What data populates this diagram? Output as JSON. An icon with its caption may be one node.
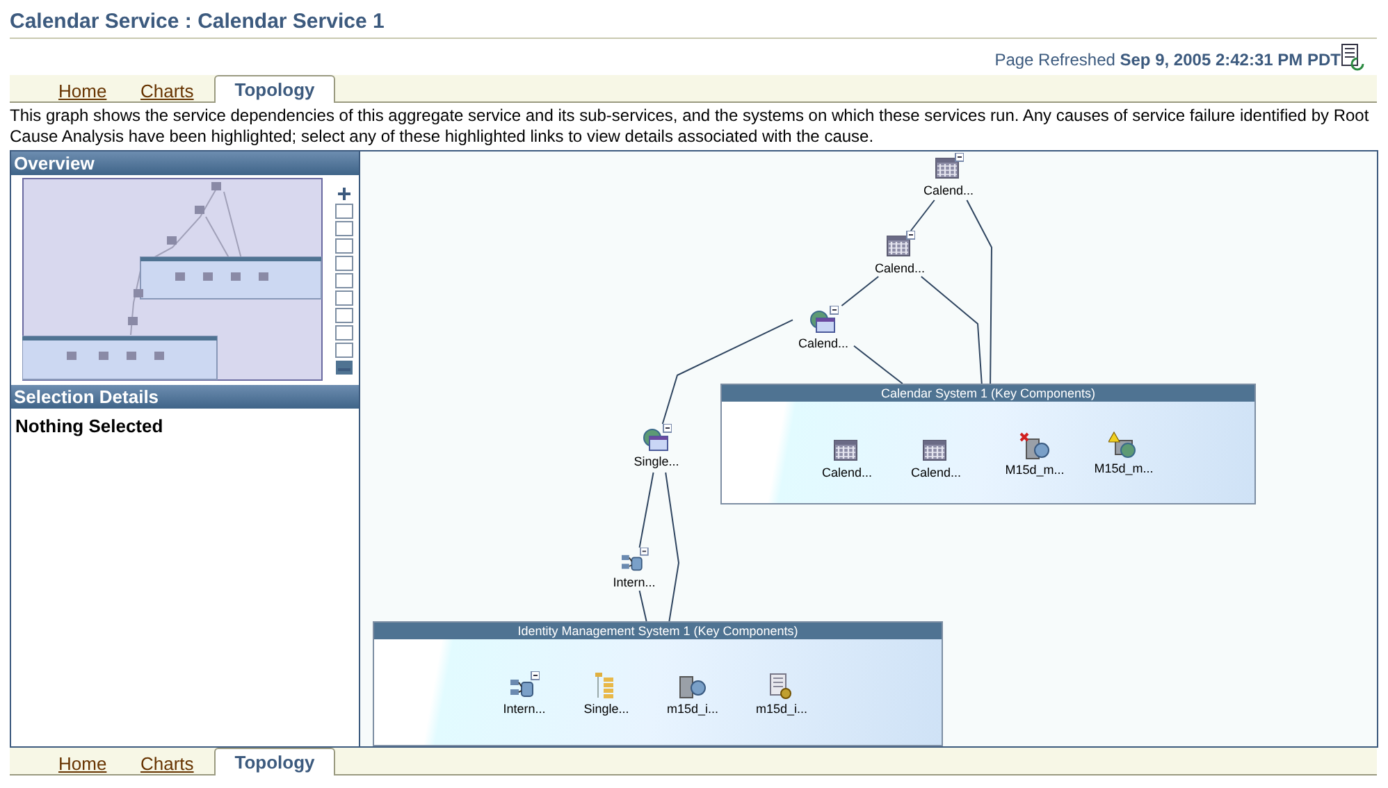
{
  "diagram": {
    "title": "Calendar Service : Calendar Service 1",
    "nodes": [
      {
        "text": [
          "Calend..."
        ]
      },
      {
        "text": [
          "Calend..."
        ]
      },
      {
        "text": [
          "Calend..."
        ]
      },
      {
        "text": [
          "Calendar System 1 (Key Components)"
        ]
      },
      {
        "text": [
          "Calend..."
        ],
        "in": 3
      },
      {
        "text": [
          "Calend..."
        ],
        "in": 3
      },
      {
        "text": [
          "M15d_m..."
        ],
        "in": 3
      },
      {
        "text": [
          "M15d_m..."
        ],
        "in": 3
      },
      {
        "text": [
          "Single..."
        ]
      },
      {
        "text": [
          "Intern..."
        ]
      },
      {
        "text": [
          "Identity Management System 1 (Key Components)"
        ]
      },
      {
        "text": [
          "Intern..."
        ],
        "in": 10
      },
      {
        "text": [
          "Single..."
        ],
        "in": 10
      },
      {
        "text": [
          "m15d_i..."
        ],
        "in": 10
      },
      {
        "text": [
          "m15d_i..."
        ],
        "in": 10
      }
    ],
    "edges": [
      {
        "from": 0,
        "to": 1,
        "arrow": "none"
      },
      {
        "from": 0,
        "to": 3,
        "arrow": "none"
      },
      {
        "from": 1,
        "to": 2,
        "arrow": "none"
      },
      {
        "from": 1,
        "to": 3,
        "arrow": "none"
      },
      {
        "from": 2,
        "to": 8,
        "arrow": "none"
      },
      {
        "from": 2,
        "to": 3,
        "arrow": "none"
      },
      {
        "from": 8,
        "to": 9,
        "arrow": "none"
      },
      {
        "from": 8,
        "to": 10,
        "arrow": "none"
      },
      {
        "from": 9,
        "to": 10,
        "arrow": "none"
      }
    ],
    "labels": [
      "Page Refreshed **Sep 9, 2005 2:42:31 PM PDT**",
      "Home",
      "Charts",
      "Topology",
      "This graph shows the service dependencies of this aggregate service and its sub-services, and the systems on which these services run. Any causes of service failure identified by Root Cause Analysis have been highlighted; select any of these highlighted links to view details associated with the cause.",
      "Overview",
      "Selection Details",
      "Nothing Selected",
      "Home",
      "Charts",
      "Topology"
    ]
  }
}
